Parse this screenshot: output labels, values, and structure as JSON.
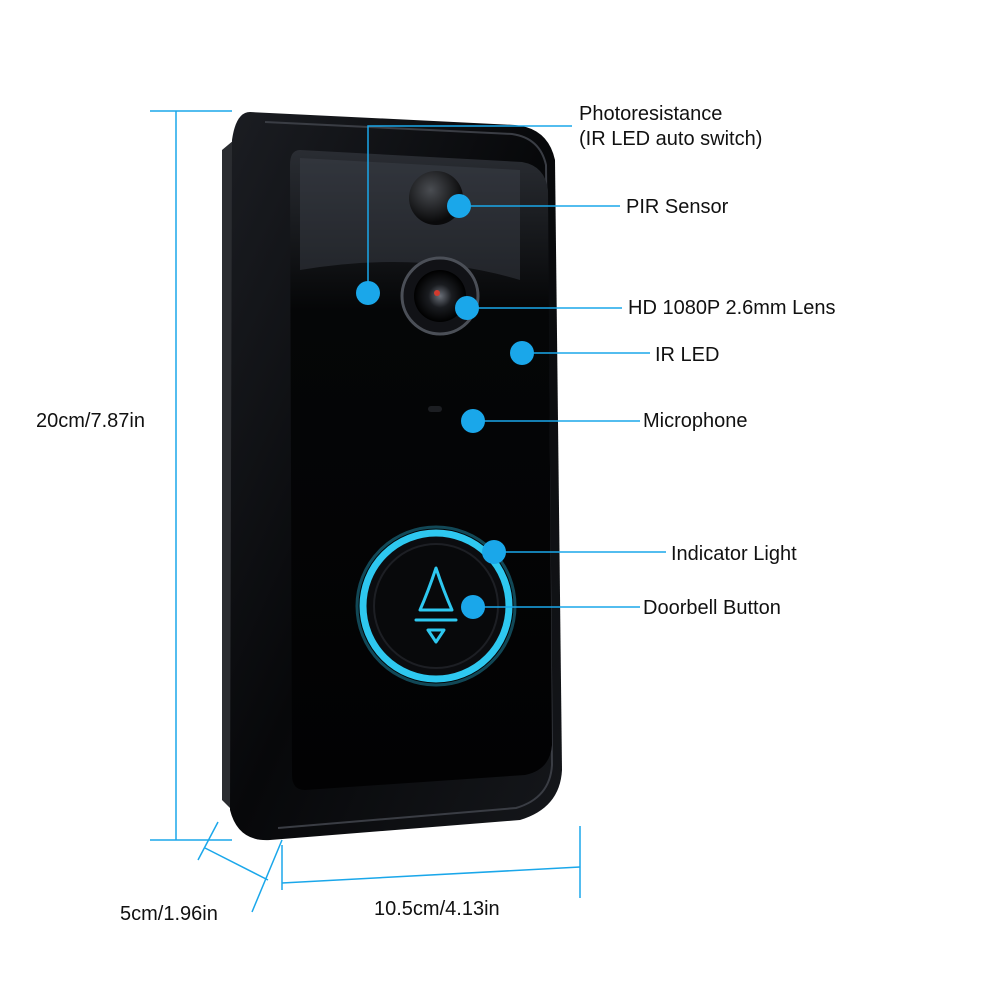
{
  "labels": {
    "photoresistance_line1": "Photoresistance",
    "photoresistance_line2": "(IR LED auto switch)",
    "pir_sensor": "PIR Sensor",
    "lens": "HD 1080P 2.6mm Lens",
    "ir_led": "IR LED",
    "microphone": "Microphone",
    "indicator_light": "Indicator Light",
    "doorbell_button": "Doorbell Button"
  },
  "dimensions": {
    "height": "20cm/7.87in",
    "depth": "5cm/1.96in",
    "width": "10.5cm/4.13in"
  },
  "colors": {
    "accent": "#1aa7ea",
    "ring_glow": "#2ec8f0",
    "body": "#0a0b0e",
    "metal": "#8e939a"
  },
  "icons": {
    "button_symbol": "bell-icon"
  }
}
